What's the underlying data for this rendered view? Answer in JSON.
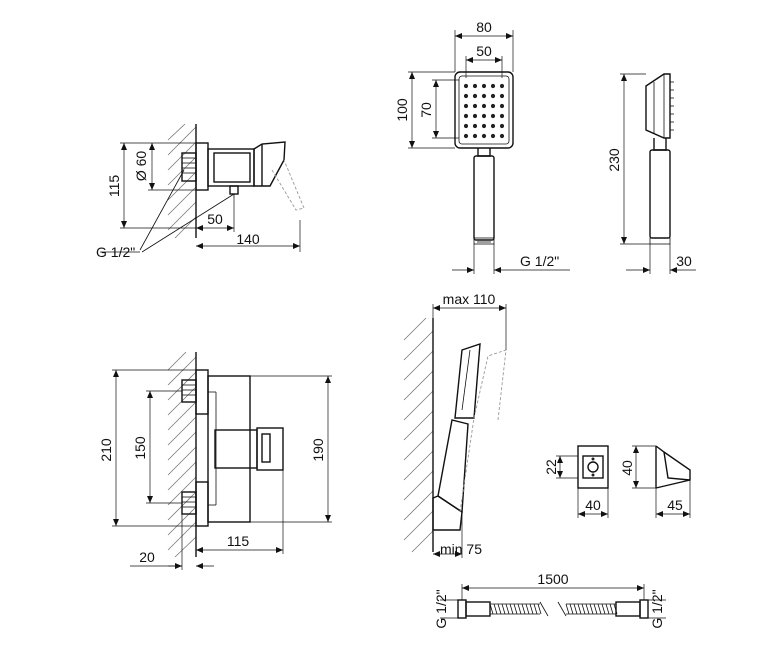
{
  "drawing": {
    "side_view": {
      "diameter_label": "Ø 60",
      "height_label": "115",
      "offset_label": "50",
      "depth_label": "140",
      "thread_label": "G 1/2\""
    },
    "front_view": {
      "total_height_label": "210",
      "inlet_spacing_label": "150",
      "body_height_label": "190",
      "projection_label": "115",
      "wall_gap_label": "20"
    },
    "hand_shower_front": {
      "head_width_label": "80",
      "spray_width_label": "50",
      "head_height_label": "100",
      "spray_height_label": "70",
      "thread_label": "G 1/2\""
    },
    "hand_shower_side": {
      "length_label": "230",
      "depth_label": "30"
    },
    "wall_holder_view": {
      "max_label": "max 110",
      "min_label": "min 75"
    },
    "bracket_front": {
      "height_label": "22",
      "width_label": "40"
    },
    "bracket_side": {
      "height_label": "40",
      "depth_label": "45"
    },
    "hose": {
      "length_label": "1500",
      "left_thread_label": "G 1/2\"",
      "right_thread_label": "G 1/2\""
    }
  }
}
